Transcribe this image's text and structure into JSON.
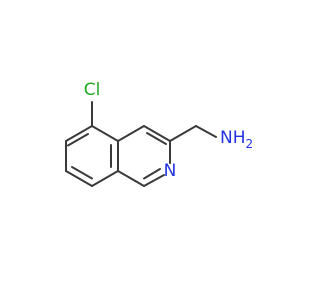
{
  "molecule": {
    "atoms": {
      "cl": {
        "label": "Cl",
        "color": "#22aa22"
      },
      "n_ring": {
        "label": "N",
        "color": "#2233dd"
      },
      "nh2": {
        "label": "NH",
        "sub": "2",
        "color": "#2233dd"
      }
    },
    "bond_color": "#3a3a3a"
  }
}
